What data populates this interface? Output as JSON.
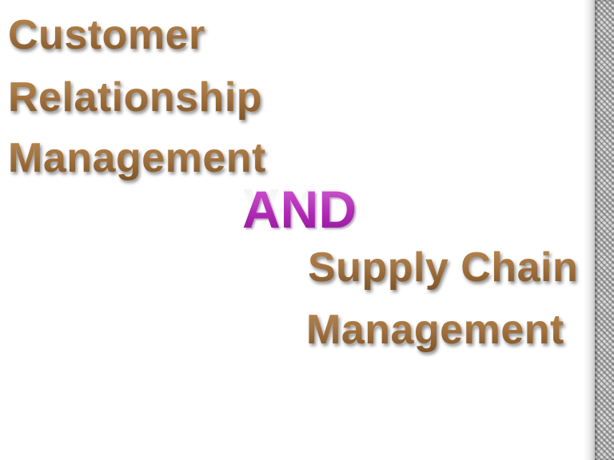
{
  "slide": {
    "title_lines": [
      "Customer",
      "Relationship",
      "Management"
    ],
    "connector": "AND",
    "second_lines": [
      "Supply Chain",
      "Management"
    ]
  },
  "colors": {
    "title_text": "#a57440",
    "connector_text": "#b229b7",
    "background": "#ffffff"
  }
}
